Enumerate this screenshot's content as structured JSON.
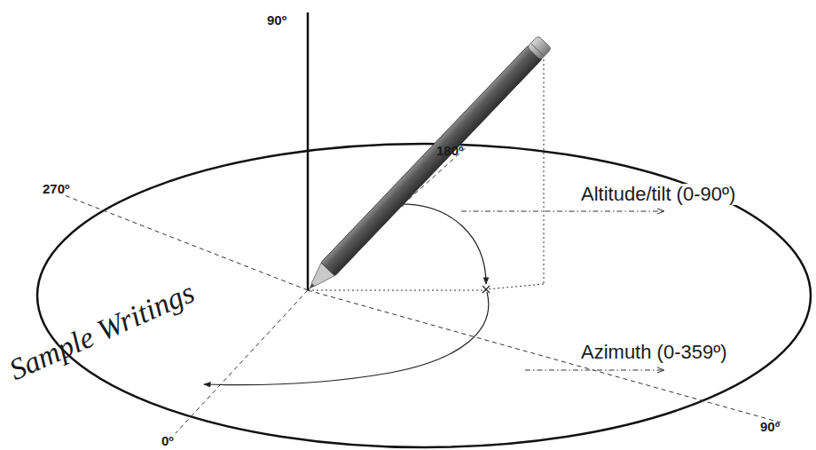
{
  "diagram": {
    "labels": [
      "90º",
      "180º",
      "270º",
      "0º",
      "90º",
      "Altitude/tilt (0-90º)",
      "Azimuth (0-359º)",
      "Sample Writings"
    ]
  }
}
